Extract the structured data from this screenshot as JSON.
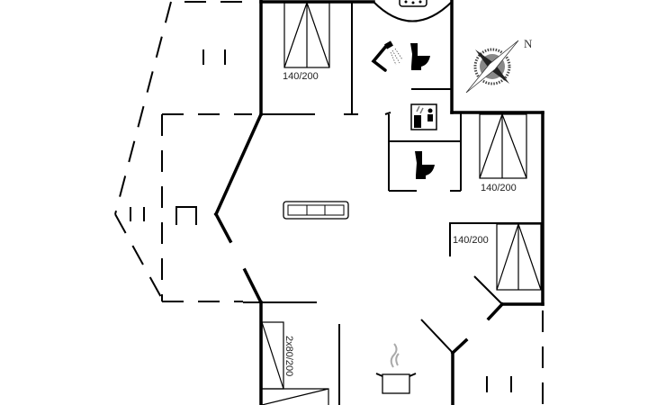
{
  "plan": {
    "bed_labels": [
      "140/200",
      "140/200",
      "140/200",
      "2x80/200"
    ],
    "compass_label": "N",
    "icons": [
      "jacuzzi-icon",
      "shower-icon",
      "toilet-icon",
      "sauna-icon",
      "toilet-icon",
      "sofa-icon",
      "cooking-pot-icon",
      "compass-icon"
    ],
    "colors": {
      "wall": "#000000",
      "background": "#ffffff"
    }
  }
}
